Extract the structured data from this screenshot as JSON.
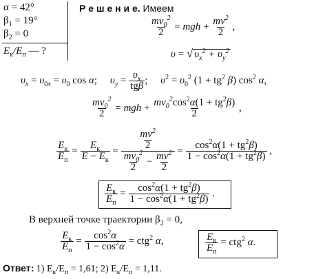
{
  "given": {
    "alpha": "α = 42°",
    "beta1": "β",
    "beta1_sub": "1",
    "beta1_val": " = 19°",
    "beta2": "β",
    "beta2_sub": "2",
    "beta2_val": " = 0",
    "find": "E",
    "find_k": "к",
    "find_slash": "/E",
    "find_p": "п",
    "find_q": " — ?"
  },
  "solution": {
    "heading": "Р е ш е н и е.",
    "intro": "Имеем"
  },
  "texts": {
    "top_point": "В верхней точке траектории β",
    "top_point_sub": "2",
    "top_point_tail": " = 0,"
  },
  "answer": {
    "label": "Ответ:",
    "text": " 1) E",
    "k1": "к",
    "mid1": "/E",
    "p1": "п",
    "val1": " = 1,61; 2) E",
    "k2": "к",
    "mid2": "/E",
    "p2": "п",
    "val2": " = 1,11."
  }
}
